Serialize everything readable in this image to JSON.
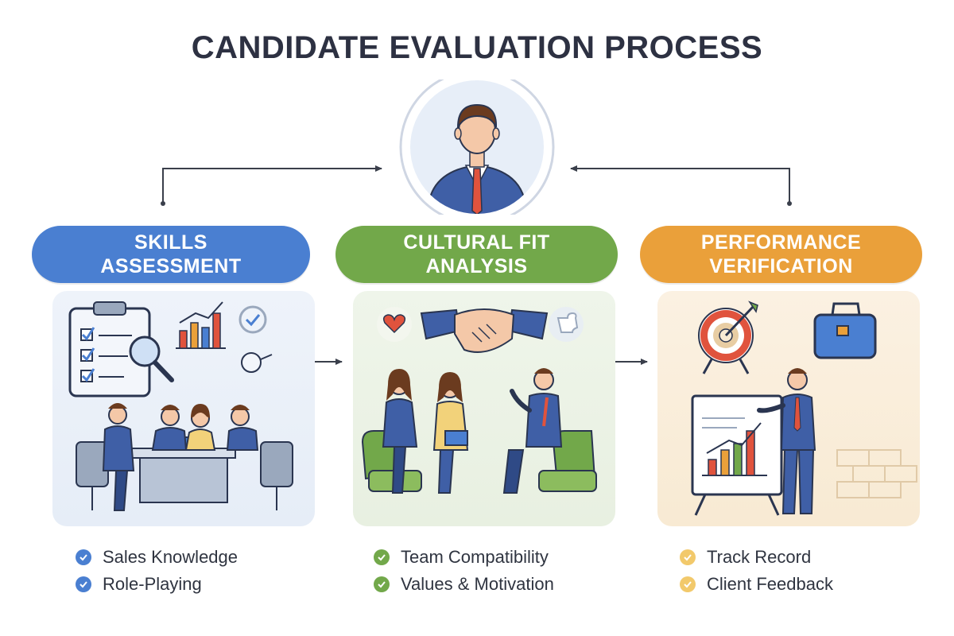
{
  "title": "CANDIDATE EVALUATION PROCESS",
  "colors": {
    "title": "#2d3142",
    "skills": "#4a7fd1",
    "cultural": "#72a84a",
    "performance": "#eaa03a",
    "suit": "#3f5fa6",
    "tie": "#e0533d"
  },
  "center_icon": "candidate-avatar",
  "stages": [
    {
      "label_line1": "SKILLS",
      "label_line2": "ASSESSMENT",
      "items": [
        "Sales Knowledge",
        "Role-Playing"
      ],
      "icons": [
        "clipboard-checklist-icon",
        "magnifier-icon",
        "bar-chart-icon",
        "check-circle-icon"
      ]
    },
    {
      "label_line1": "CULTURAL FIT",
      "label_line2": "ANALYSIS",
      "items": [
        "Team Compatibility",
        "Values & Motivation"
      ],
      "icons": [
        "heart-icon",
        "handshake-icon",
        "puzzle-icon"
      ]
    },
    {
      "label_line1": "PERFORMANCE",
      "label_line2": "VERIFICATION",
      "items": [
        "Track Record",
        "Client Feedback"
      ],
      "icons": [
        "target-icon",
        "briefcase-icon",
        "presentation-board-icon"
      ]
    }
  ]
}
